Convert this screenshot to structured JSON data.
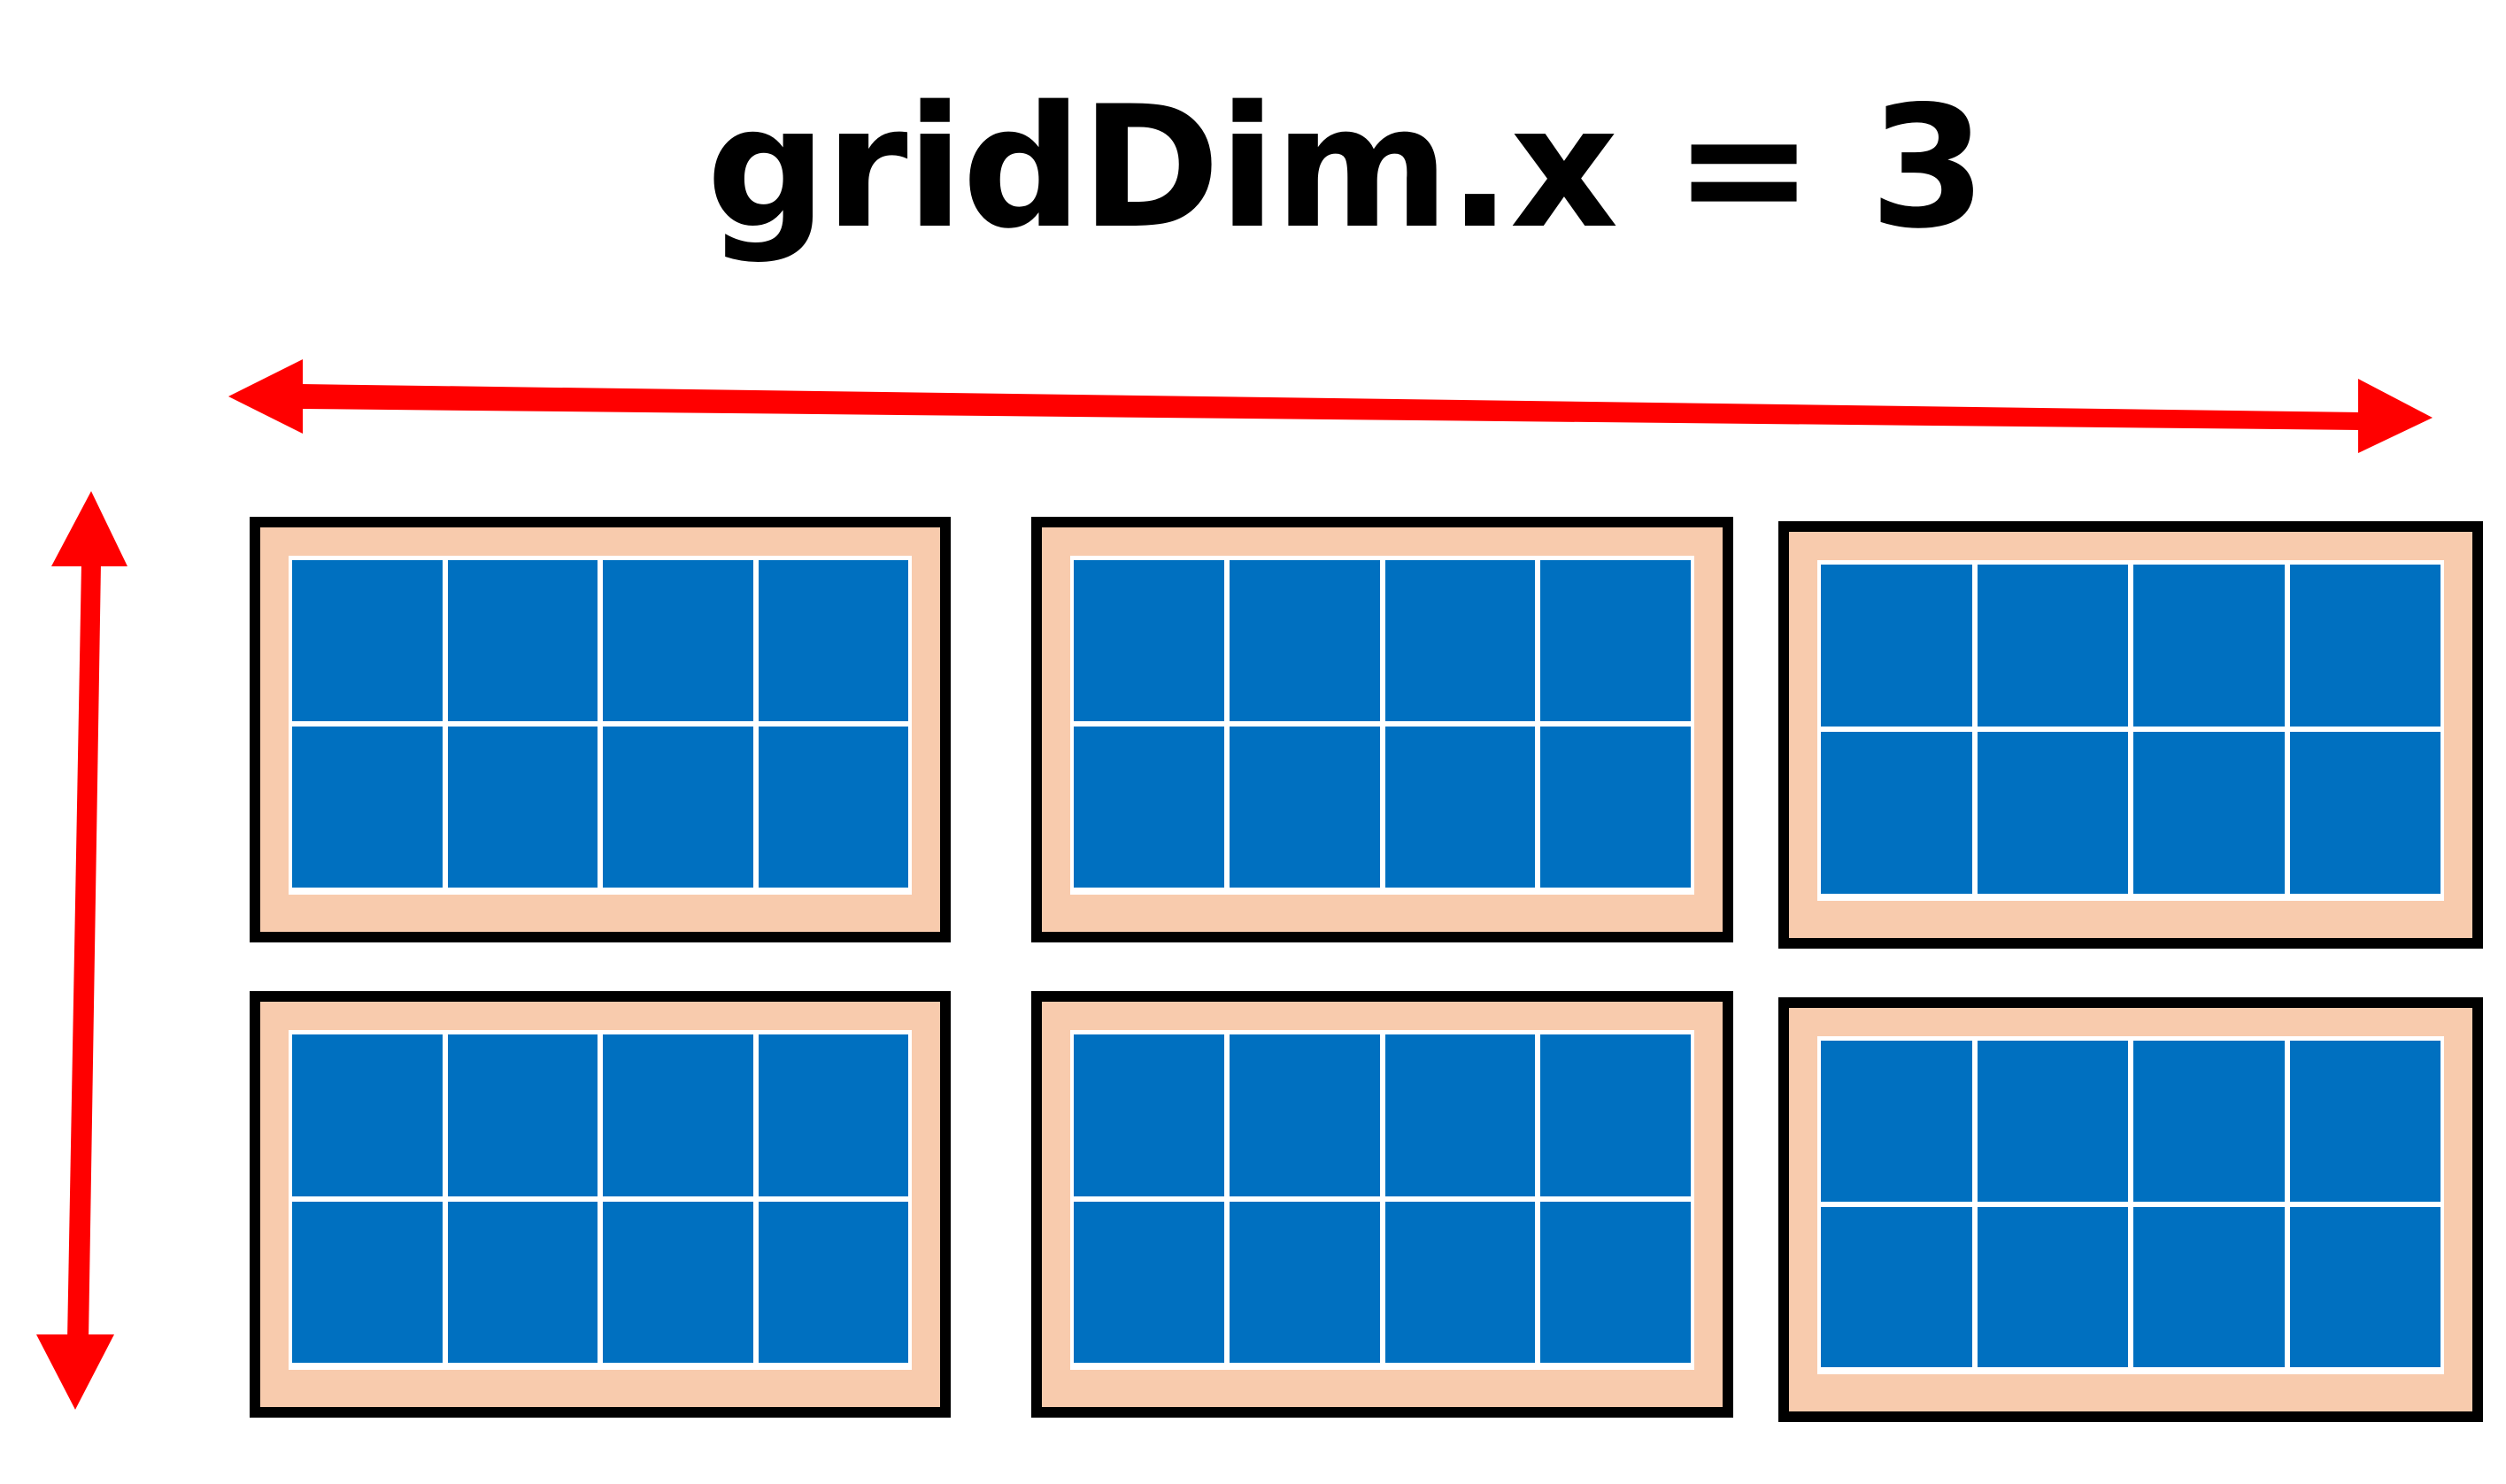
{
  "title": "gridDim.x = 3",
  "grid": {
    "block_rows": 2,
    "block_cols": 3,
    "threads_per_block_cols": 4,
    "threads_per_block_rows": 2
  },
  "colors": {
    "arrow": "#ff0000",
    "block_border": "#000000",
    "block_fill": "#f8cbad",
    "thread_fill": "#0070c0",
    "thread_gap": "#ffffff"
  }
}
